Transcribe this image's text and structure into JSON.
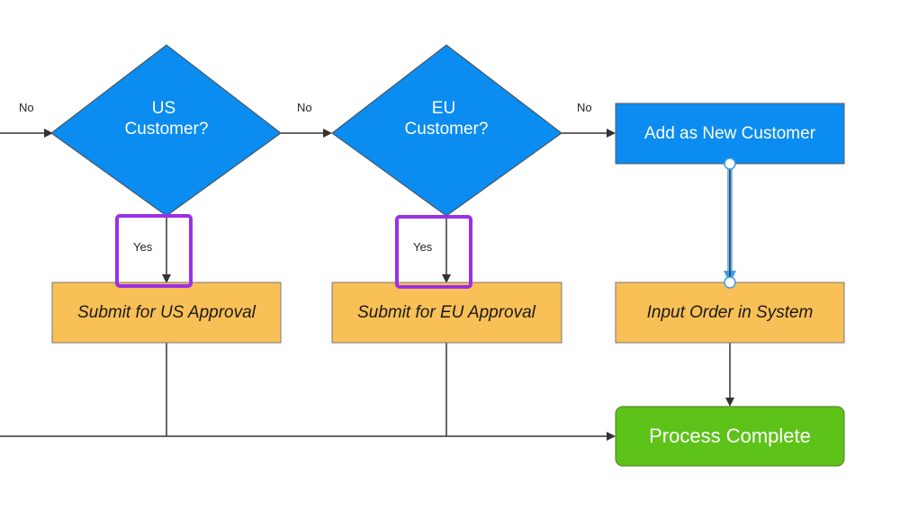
{
  "diagram": {
    "nodes": {
      "us_decision": {
        "line1": "US",
        "line2": "Customer?"
      },
      "eu_decision": {
        "line1": "EU",
        "line2": "Customer?"
      },
      "add_new_customer": {
        "label": "Add as New Customer"
      },
      "submit_us": {
        "label": "Submit for US Approval"
      },
      "submit_eu": {
        "label": "Submit for EU Approval"
      },
      "input_order": {
        "label": "Input Order in System"
      },
      "process_complete": {
        "label": "Process Complete"
      }
    },
    "edge_labels": {
      "no_into_us": "No",
      "no_us_to_eu": "No",
      "no_eu_to_new": "No",
      "yes_us": "Yes",
      "yes_eu": "Yes"
    },
    "colors": {
      "decision": "#0a8cf0",
      "action_blue": "#0a8cf0",
      "process": "#f8c056",
      "complete": "#5ec318",
      "highlight": "#9b2fe8",
      "selected_edge": "#3d9be9",
      "line": "#333333"
    }
  }
}
